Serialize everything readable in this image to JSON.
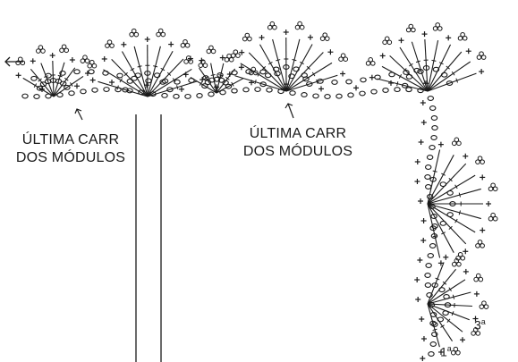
{
  "labels": {
    "first": {
      "line1": "ÚLTIMA CARR",
      "line2": "DOS MÓDULOS"
    },
    "second": {
      "line1": "ÚLTIMA CARR",
      "line2": "DOS MÓDULOS"
    }
  },
  "row_numbers": {
    "three": {
      "digit": "3",
      "mark": "a"
    },
    "one": {
      "digit": "1",
      "mark": "a"
    }
  },
  "colors": {
    "ink": "#1a1a1a",
    "paper": "#ffffff"
  },
  "symbols": [
    "chain-stitch",
    "single-crochet",
    "double-crochet",
    "picot"
  ]
}
